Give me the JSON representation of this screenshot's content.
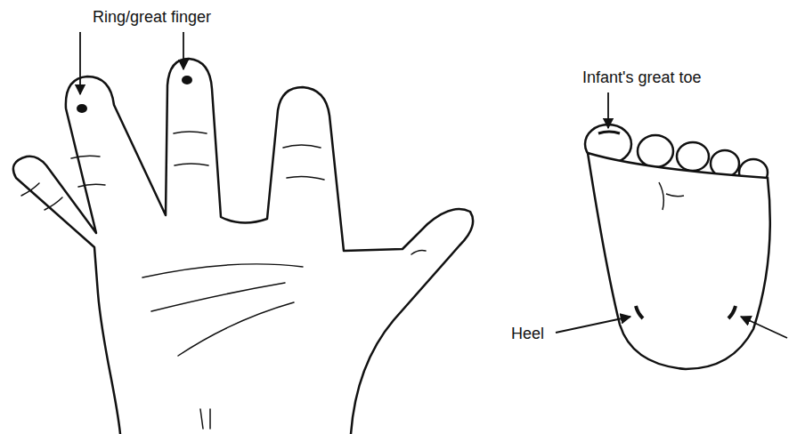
{
  "diagram": {
    "labels": [
      "Ring/great finger",
      "Infant's great toe",
      "Heel"
    ]
  }
}
